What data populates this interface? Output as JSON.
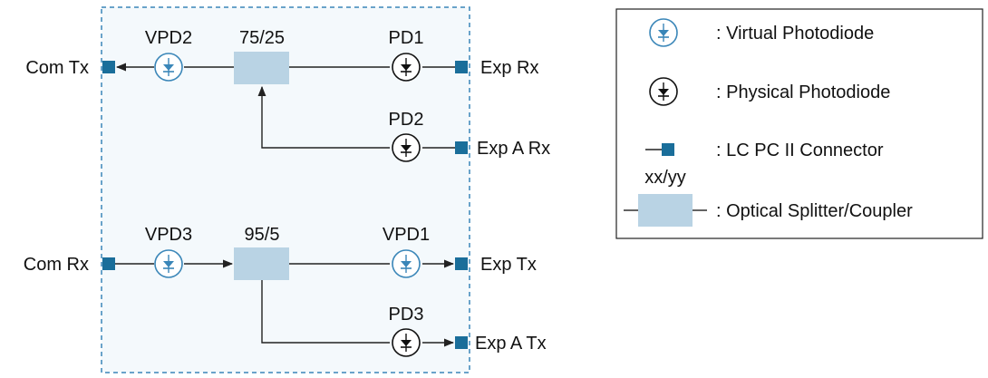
{
  "colors": {
    "module_border": "#3a86b8",
    "module_fill": "#f4f9fc",
    "connector": "#1a6e9a",
    "splitter": "#b9d3e4",
    "virtual_pd": "#3a86b8",
    "physical_pd": "#111111",
    "line": "#222222"
  },
  "ports": {
    "com_tx": "Com Tx",
    "com_rx": "Com Rx",
    "exp_rx": "Exp Rx",
    "exp_a_rx": "Exp A Rx",
    "exp_tx": "Exp Tx",
    "exp_a_tx": "Exp A Tx"
  },
  "photodiodes": {
    "vpd1": "VPD1",
    "vpd2": "VPD2",
    "vpd3": "VPD3",
    "pd1": "PD1",
    "pd2": "PD2",
    "pd3": "PD3"
  },
  "splitters": {
    "top": "75/25",
    "bottom": "95/5"
  },
  "legend": {
    "virtual_pd": ": Virtual Photodiode",
    "physical_pd": ": Physical Photodiode",
    "connector": ": LC PC II Connector",
    "splitter_ratio": "xx/yy",
    "splitter": ": Optical Splitter/Coupler"
  }
}
